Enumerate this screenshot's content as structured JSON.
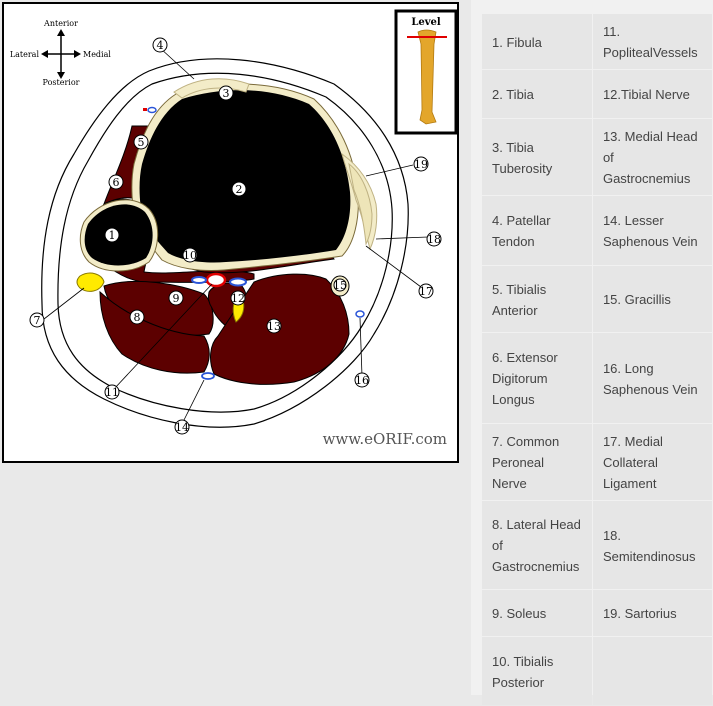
{
  "compass": {
    "anterior": "Anterior",
    "posterior": "Posterior",
    "lateral": "Lateral",
    "medial": "Medial"
  },
  "level_label": "Level",
  "watermark": "www.eORIF.com",
  "callout_numbers": [
    "1",
    "2",
    "3",
    "4",
    "5",
    "6",
    "7",
    "8",
    "9",
    "10",
    "11",
    "12",
    "13",
    "14",
    "15",
    "16",
    "17",
    "18",
    "19"
  ],
  "legend": {
    "rows": [
      {
        "left": "1. Fibula",
        "right": "11. PoplitealVessels"
      },
      {
        "left": "2. Tibia",
        "right": "12.Tibial Nerve"
      },
      {
        "left": "3. Tibia Tuberosity",
        "right": "13. Medial Head of Gastrocnemius"
      },
      {
        "left": "4. Patellar Tendon",
        "right": "14. Lesser Saphenous Vein"
      },
      {
        "left": "5. Tibialis Anterior",
        "right": "15. Gracillis"
      },
      {
        "left": "6. Extensor Digitorum Longus",
        "right": "16. Long Saphenous Vein"
      },
      {
        "left": "7. Common Peroneal Nerve",
        "right": "17. Medial Collateral Ligament"
      },
      {
        "left": "8. Lateral Head of Gastrocnemius",
        "right": "18. Semitendinosus"
      },
      {
        "left": "9. Soleus",
        "right": "19. Sartorius"
      },
      {
        "left": "10. Tibialis Posterior",
        "right": ""
      }
    ]
  },
  "colors": {
    "muscle": "#5c0000",
    "bone": "#000000",
    "tendon": "#f3ecc8",
    "nerve": "#ffea00",
    "artery": "#e00000",
    "vein": "#2a55d8",
    "skin_fill": "#ffffff",
    "level_bar": "#e3a62b"
  }
}
